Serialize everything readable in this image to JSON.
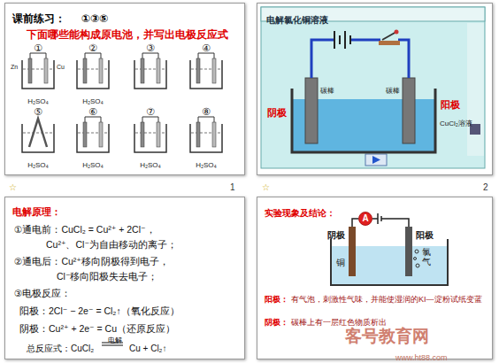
{
  "diagram": {
    "nodes": [
      {
        "text": [
          "课前练习：",
          "①③⑤",
          "下面哪些能构成原电池，并写出电极反应式"
        ]
      },
      {
        "text": [
          "电解氯化铜溶液"
        ]
      },
      {
        "text": [
          "电解原理：",
          "①通电前：CuCl₂ = Cu²⁺ + 2Cl⁻，",
          "Cu²⁺、Cl⁻为自由移动的离子；",
          "②通电后：Cu²⁺移向阴极得到电子，",
          "Cl⁻移向阳极失去电子；",
          "③电极反应：",
          "阳极：2Cl⁻ − 2e⁻ = Cl₂↑（氧化反应）",
          "阴极：Cu²⁺ + 2e⁻ = Cu（还原反应）",
          "总反应式：CuCl₂",
          "电解",
          "Cu + Cl₂↑"
        ]
      },
      {
        "text": [
          "实验现象及结论：",
          "阳极：",
          "有气泡，刺激性气味，并能使湿润的KI—淀粉试纸变蓝",
          "阴极：",
          "碳棒上有一层红色物质析出"
        ]
      },
      {
        "text": [
          "A"
        ],
        "in": 3
      }
    ],
    "labels": [
      "①",
      "②",
      "③",
      "④",
      "⑤",
      "⑥",
      "⑦",
      "⑧",
      "Zn",
      "Cu",
      "H₂SO₄",
      "H₂SO₄",
      "H₂SO₄",
      "H₂SO₄",
      "H₂SO₄",
      "H₂SO₄",
      "阴极",
      "阳极",
      "碳棒",
      "碳棒",
      "CuCl₂溶液",
      "阴极",
      "阳极",
      "铜",
      "氯气",
      "☆",
      "1",
      "☆",
      "2",
      "客号教育网",
      "www.ht88.com"
    ]
  }
}
